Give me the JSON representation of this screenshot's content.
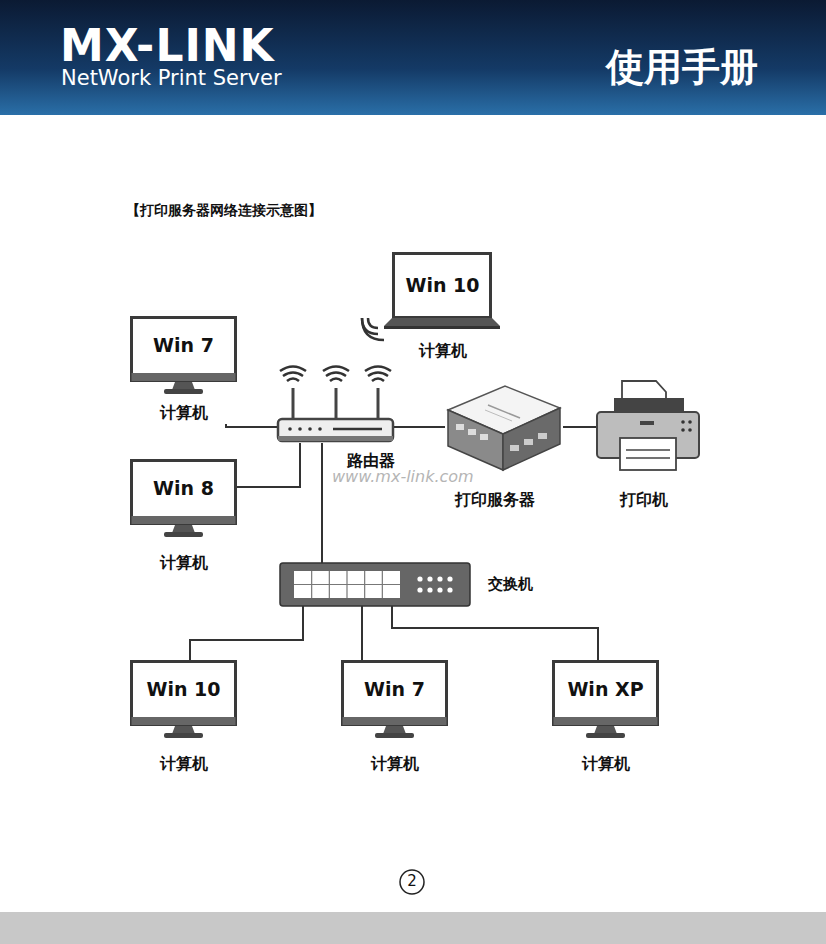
{
  "diagram": {
    "title": "【打印服务器网络连接示意图】",
    "nodes": [
      {
        "text": [
          "Win 10",
          "计算机"
        ]
      },
      {
        "text": [
          "Win 7",
          "计算机"
        ]
      },
      {
        "text": [
          "路由器"
        ]
      },
      {
        "text": [
          "打印服务器"
        ]
      },
      {
        "text": [
          "打印机"
        ]
      },
      {
        "text": [
          "Win 8",
          "计算机"
        ]
      },
      {
        "text": [
          "交换机"
        ]
      },
      {
        "text": [
          "Win 10",
          "计算机"
        ]
      },
      {
        "text": [
          "Win 7",
          "计算机"
        ]
      },
      {
        "text": [
          "Win XP",
          "计算机"
        ]
      }
    ],
    "edges": [
      {
        "from": 1,
        "to": 2,
        "arrow": "none"
      },
      {
        "from": 5,
        "to": 2,
        "arrow": "none"
      },
      {
        "from": 2,
        "to": 3,
        "arrow": "none"
      },
      {
        "from": 3,
        "to": 4,
        "arrow": "none"
      },
      {
        "from": 2,
        "to": 6,
        "arrow": "none"
      },
      {
        "from": 6,
        "to": 7,
        "arrow": "none"
      },
      {
        "from": 6,
        "to": 8,
        "arrow": "none"
      },
      {
        "from": 6,
        "to": 9,
        "arrow": "none"
      }
    ],
    "labels": [
      "MX-LINK",
      "NetWork Print Server",
      "使用手册",
      "www.mx-link.com",
      "2"
    ]
  }
}
